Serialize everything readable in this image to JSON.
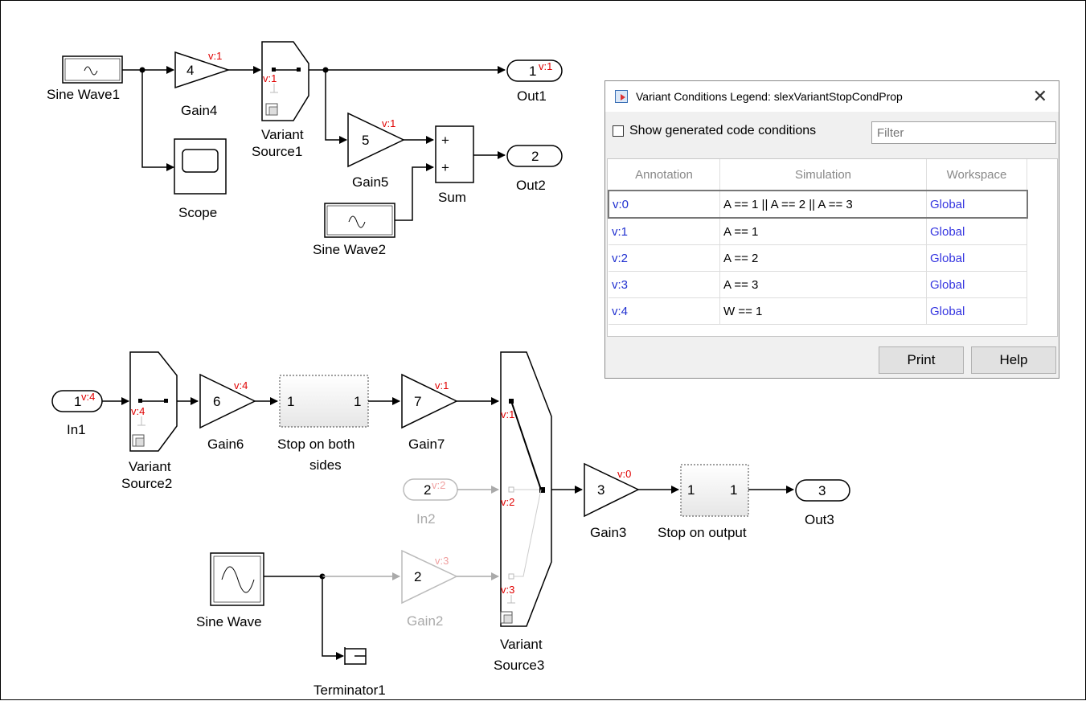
{
  "blocks": {
    "sine_wave1": "Sine Wave1",
    "gain4": {
      "label": "Gain4",
      "value": "4",
      "tag": "v:1"
    },
    "variant_source1": {
      "label_line1": "Variant",
      "label_line2": "Source1",
      "tag": "v:1"
    },
    "out1": {
      "label": "Out1",
      "value": "1",
      "tag": "v:1"
    },
    "scope": "Scope",
    "gain5": {
      "label": "Gain5",
      "value": "5",
      "tag": "v:1"
    },
    "sum": {
      "label": "Sum",
      "plus": "+"
    },
    "out2": {
      "label": "Out2",
      "value": "2"
    },
    "sine_wave2": "Sine Wave2",
    "in1": {
      "label": "In1",
      "value": "1",
      "tag": "v:4"
    },
    "variant_source2": {
      "label_line1": "Variant",
      "label_line2": "Source2",
      "tag": "v:4"
    },
    "gain6": {
      "label": "Gain6",
      "value": "6",
      "tag": "v:4"
    },
    "stop_both": {
      "label_line1": "Stop on both",
      "label_line2": "sides",
      "in": "1",
      "out": "1"
    },
    "gain7": {
      "label": "Gain7",
      "value": "7",
      "tag": "v:1"
    },
    "variant_source3": {
      "label_line1": "Variant",
      "label_line2": "Source3",
      "tag1": "v:1",
      "tag2": "v:2",
      "tag3": "v:3"
    },
    "in2": {
      "label": "In2",
      "value": "2",
      "tag": "v:2"
    },
    "sine_wave": "Sine Wave",
    "gain2": {
      "label": "Gain2",
      "value": "2",
      "tag": "v:3"
    },
    "terminator1": "Terminator1",
    "gain3": {
      "label": "Gain3",
      "value": "3",
      "tag": "v:0"
    },
    "stop_output": {
      "label": "Stop on output",
      "in": "1",
      "out": "1"
    },
    "out3": {
      "label": "Out3",
      "value": "3"
    }
  },
  "legend_dialog": {
    "title": "Variant Conditions Legend: slexVariantStopCondProp",
    "close": "✕",
    "show_generated_label": "Show generated code conditions",
    "filter_placeholder": "Filter",
    "columns": [
      "Annotation",
      "Simulation",
      "Workspace"
    ],
    "rows": [
      {
        "annotation": "v:0",
        "simulation": "A == 1 || A == 2 || A == 3",
        "workspace": "Global"
      },
      {
        "annotation": "v:1",
        "simulation": "A == 1",
        "workspace": "Global"
      },
      {
        "annotation": "v:2",
        "simulation": "A == 2",
        "workspace": "Global"
      },
      {
        "annotation": "v:3",
        "simulation": "A == 3",
        "workspace": "Global"
      },
      {
        "annotation": "v:4",
        "simulation": "W == 1",
        "workspace": "Global"
      }
    ],
    "print_label": "Print",
    "help_label": "Help"
  },
  "colors": {
    "variant_tag": "#e00000",
    "inactive": "#aaaaaa",
    "link": "#3535e0"
  }
}
